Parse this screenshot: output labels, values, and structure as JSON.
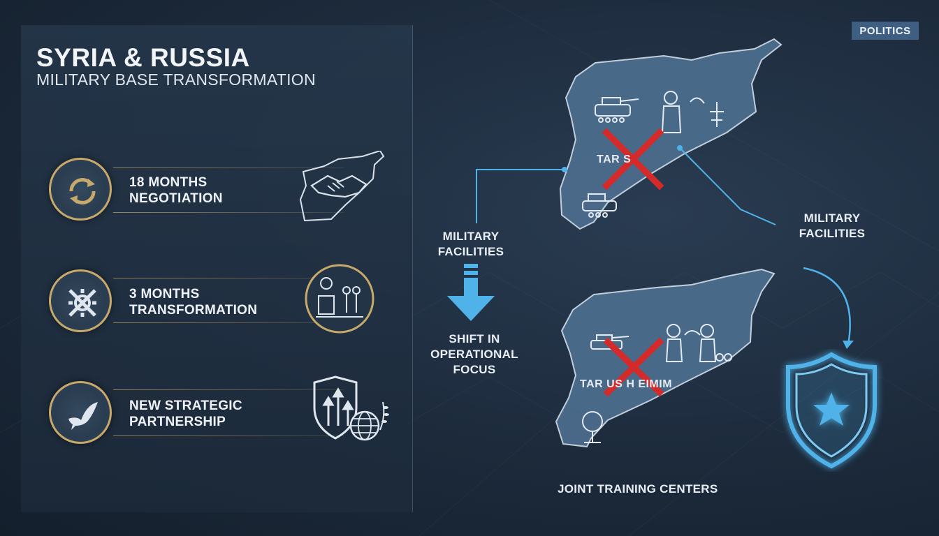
{
  "badge": "POLITICS",
  "header": {
    "title": "SYRIA & RUSSIA",
    "subtitle": "MILITARY BASE TRANSFORMATION"
  },
  "items": [
    {
      "line1": "18 MONTHS",
      "line2": "NEGOTIATION",
      "icon": "cycle-arrows-icon",
      "side_icon": "handshake-map-icon"
    },
    {
      "line1": "3 MONTHS",
      "line2": "TRANSFORMATION",
      "icon": "tools-icon",
      "side_icon": "factory-people-icon"
    },
    {
      "line1": "NEW STRATEGIC",
      "line2": "PARTNERSHIP",
      "icon": "dove-icon",
      "side_icon": "shield-globe-icon"
    }
  ],
  "callouts": {
    "left_line1": "MILITARY",
    "left_line2": "FACILITIES",
    "right_line1": "MILITARY",
    "right_line2": "FACILITIES",
    "shift_line1": "SHIFT IN",
    "shift_line2": "OPERATIONAL",
    "shift_line3": "FOCUS",
    "bottom": "JOINT TRAINING CENTERS"
  },
  "maps": {
    "top_label": "TAR   S",
    "bottom_label": "TAR  US  H  EIMIM"
  },
  "colors": {
    "accent_gold": "#c7a96a",
    "accent_blue": "#4fb3ea",
    "cross_red": "#d42a2a",
    "map_fill": "#4d6e8f"
  }
}
